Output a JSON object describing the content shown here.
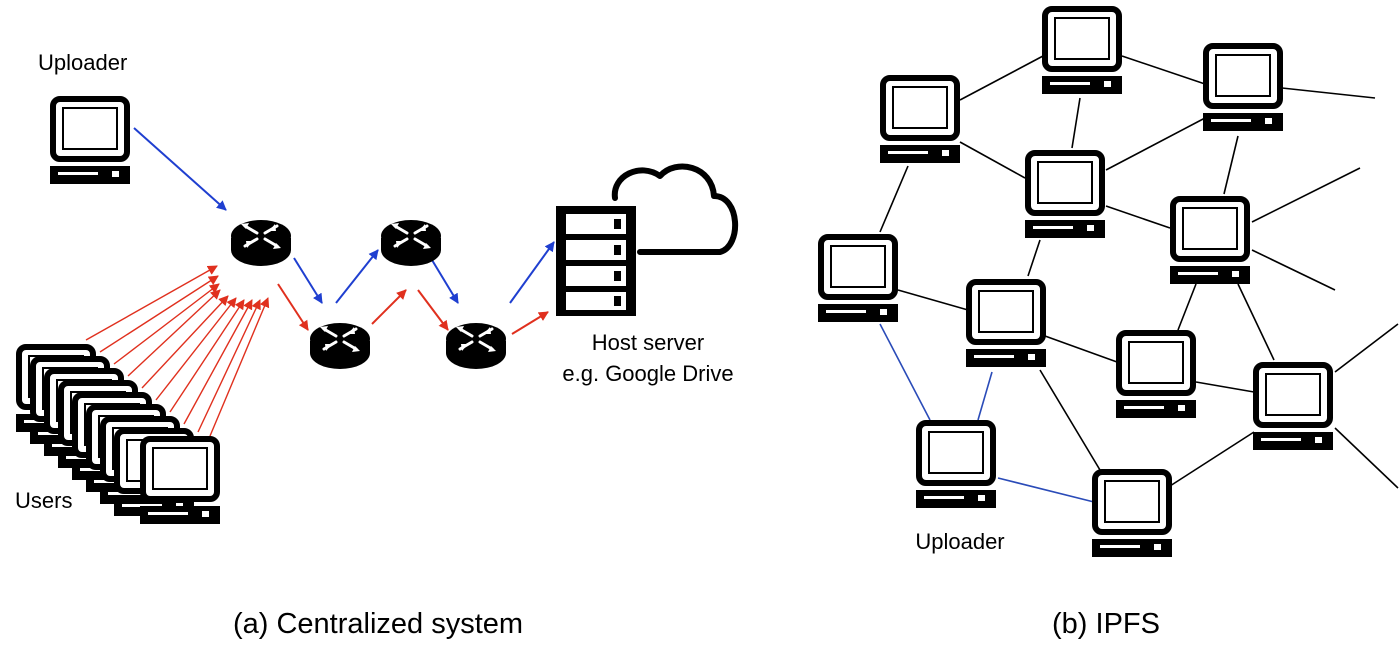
{
  "left_panel": {
    "uploader_label": "Uploader",
    "users_label": "Users",
    "host_label_line1": "Host server",
    "host_label_line2": "e.g. Google Drive",
    "caption": "(a) Centralized system"
  },
  "right_panel": {
    "uploader_label": "Uploader",
    "caption": "(b) IPFS"
  },
  "colors": {
    "upload_flow": "#1f3fd0",
    "download_flow": "#e0301e",
    "peer_link": "#000000",
    "uploader_link": "#2a4bb8"
  },
  "icons": [
    "computer-icon",
    "router-icon",
    "server-rack-icon",
    "cloud-icon"
  ]
}
